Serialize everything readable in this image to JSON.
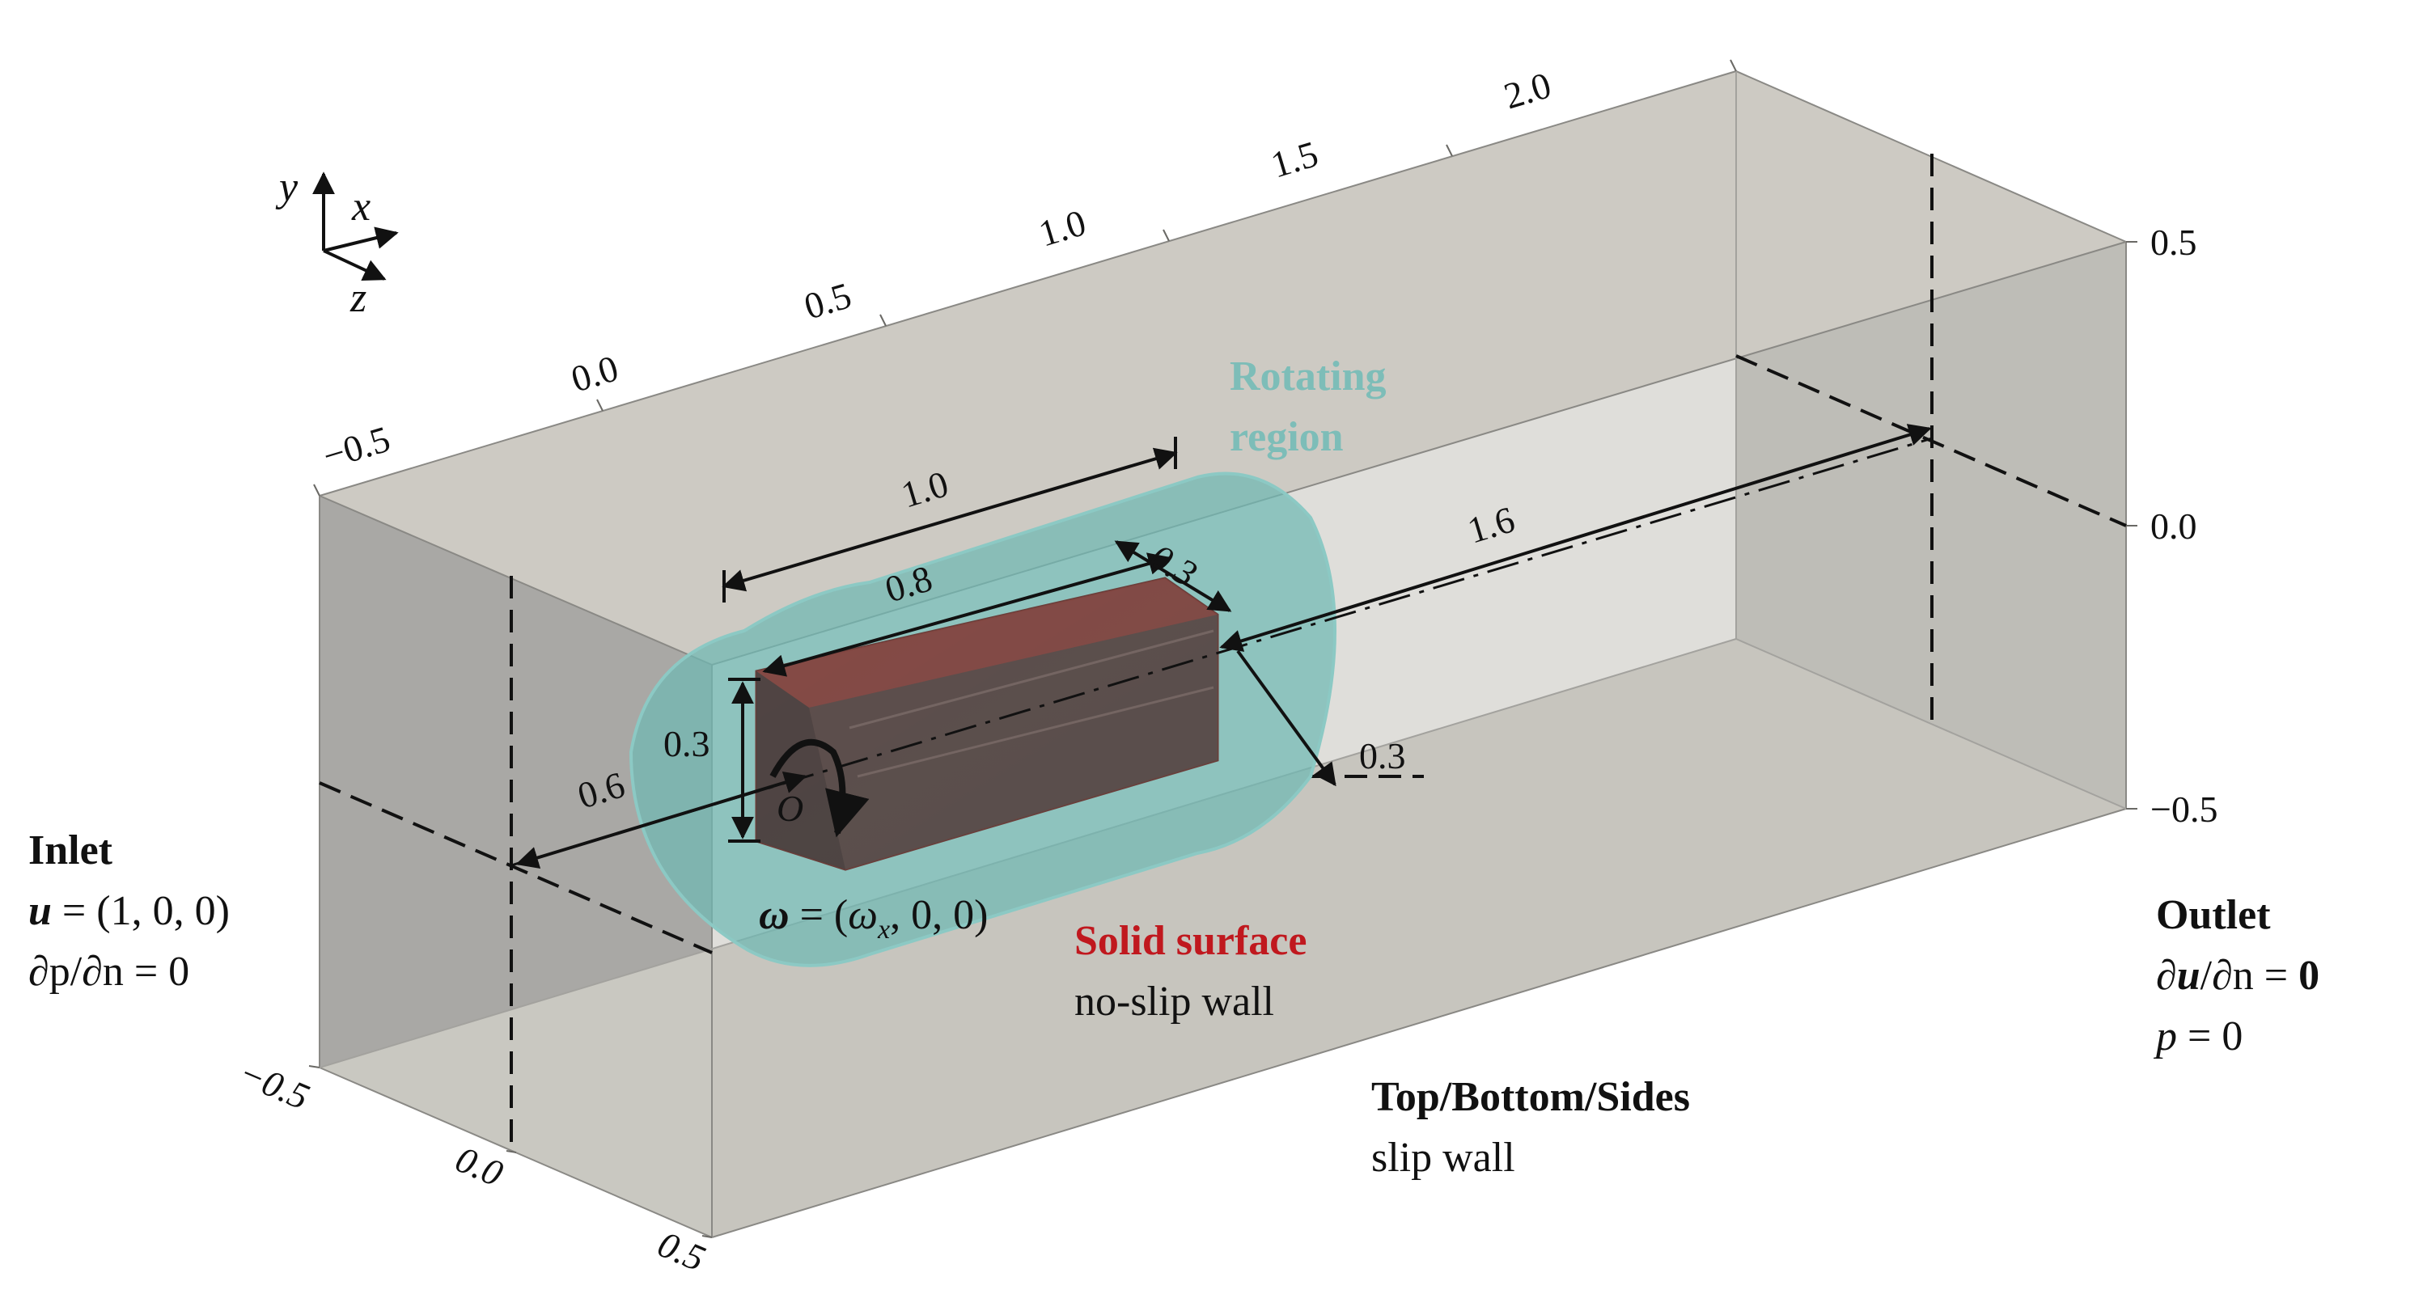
{
  "colors": {
    "rotating_region": "#6fb8b3",
    "rotating_label": "#7dbdb8",
    "solid_surface": "#c0181e",
    "box_top": "#cbc8c0",
    "box_back": "#b9b8b4",
    "box_front": "#c9c8c1",
    "box_side": "#a8a7a4"
  },
  "axes_triad": {
    "y": "y",
    "x": "x",
    "z": "z"
  },
  "x_axis_ticks": [
    "−0.5",
    "0.0",
    "0.5",
    "1.0",
    "1.5",
    "2.0"
  ],
  "y_axis_ticks": [
    "0.5",
    "0.0",
    "−0.5"
  ],
  "z_axis_ticks": [
    "−0.5",
    "0.0",
    "0.5"
  ],
  "dimensions": {
    "rotating_length": "1.0",
    "solid_length": "0.8",
    "solid_depth": "0.3",
    "solid_height": "0.3",
    "inlet_to_center": "0.6",
    "center_to_outlet": "1.6",
    "rotating_radius": "0.3"
  },
  "origin_label": "O",
  "labels": {
    "rotating_region_line1": "Rotating",
    "rotating_region_line2": "region",
    "inlet_title": "Inlet",
    "inlet_u_var": "u",
    "inlet_u_rest": " = (1, 0, 0)",
    "inlet_p": "∂p/∂n = 0",
    "omega_var": "ω",
    "omega_eq": " = (",
    "omega_sub_var": "ω",
    "omega_sub": "x",
    "omega_tail": ", 0, 0)",
    "solid_surface_title": "Solid surface",
    "solid_surface_sub": "no-slip wall",
    "outlet_title": "Outlet",
    "outlet_du_prefix": "∂",
    "outlet_du_var": "u",
    "outlet_du_mid": "/∂n = ",
    "outlet_du_zero": "0",
    "outlet_p_var": "p",
    "outlet_p_rest": " = 0",
    "walls_title": "Top/Bottom/Sides",
    "walls_sub": "slip wall"
  }
}
